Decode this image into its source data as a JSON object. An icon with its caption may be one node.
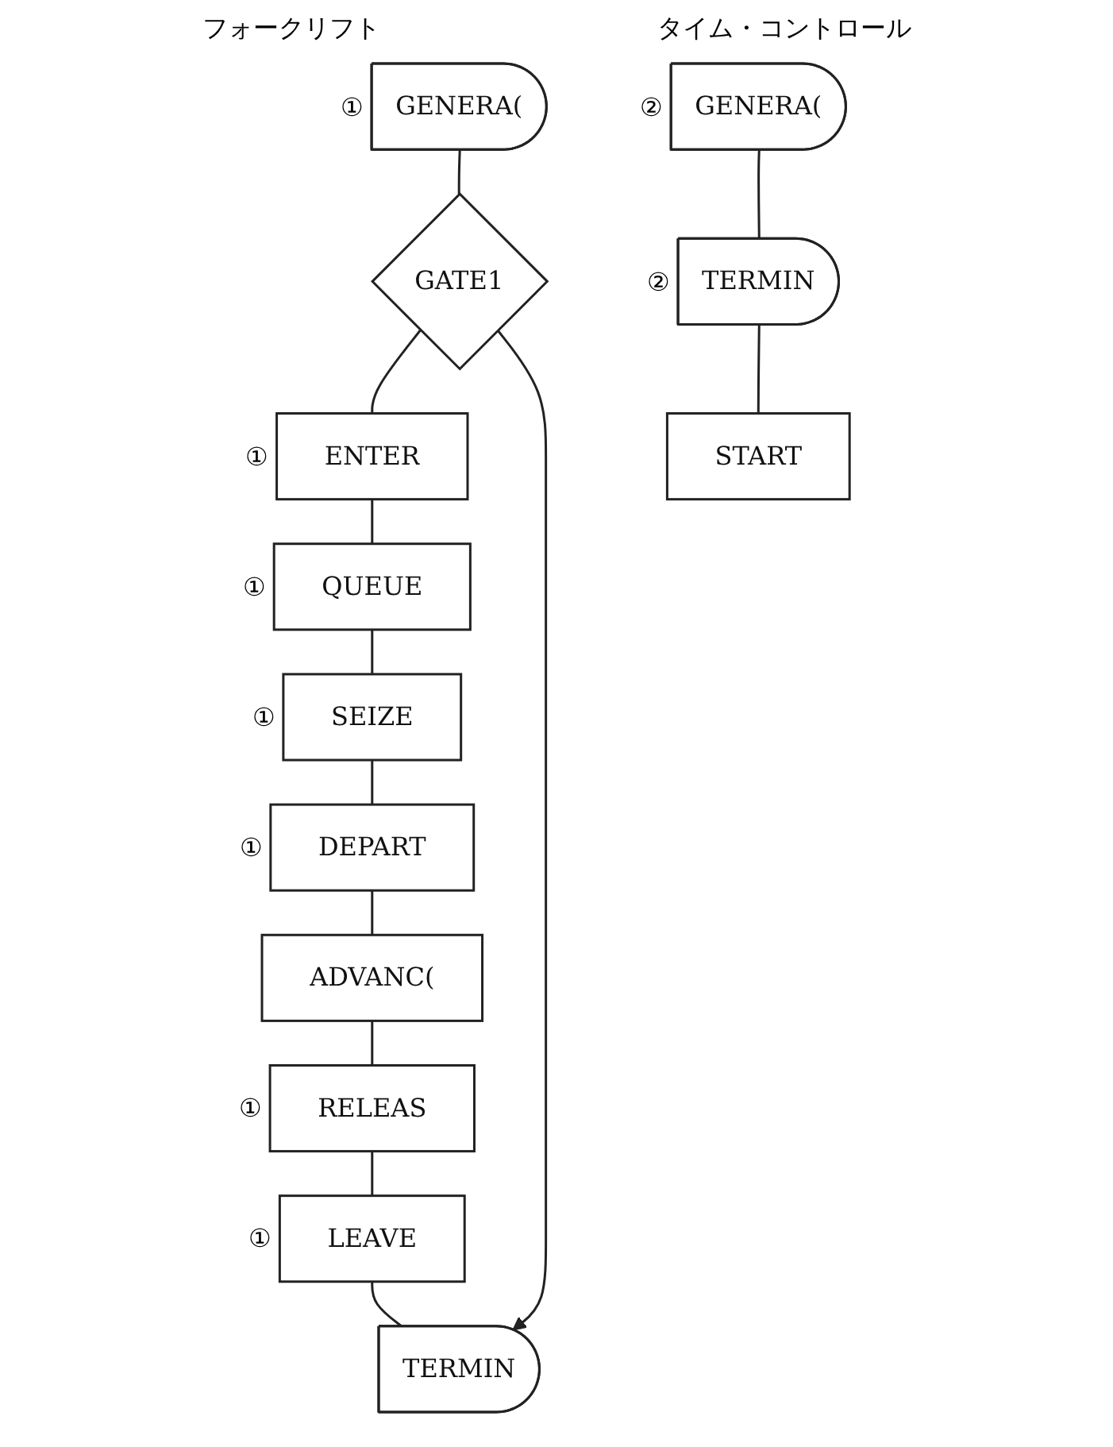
{
  "diagram": {
    "nodes": [
      {
        "text": [
          "GENERA("
        ],
        "beside": [
          "①"
        ]
      },
      {
        "text": [
          "GATE1"
        ]
      },
      {
        "text": [
          "ENTER"
        ],
        "beside": [
          "①"
        ]
      },
      {
        "text": [
          "QUEUE"
        ],
        "beside": [
          "①"
        ]
      },
      {
        "text": [
          "SEIZE"
        ],
        "beside": [
          "①"
        ]
      },
      {
        "text": [
          "DEPART"
        ],
        "beside": [
          "①"
        ]
      },
      {
        "text": [
          "ADVANC("
        ]
      },
      {
        "text": [
          "RELEAS"
        ],
        "beside": [
          "①"
        ]
      },
      {
        "text": [
          "LEAVE"
        ],
        "beside": [
          "①"
        ]
      },
      {
        "text": [
          "TERMIN"
        ]
      },
      {
        "text": [
          "GENERA("
        ],
        "beside": [
          "②"
        ]
      },
      {
        "text": [
          "TERMIN"
        ],
        "beside": [
          "②"
        ]
      },
      {
        "text": [
          "START"
        ]
      }
    ],
    "edges": [
      {
        "from": 0,
        "to": 1,
        "arrow": "none"
      },
      {
        "from": 1,
        "to": 2,
        "arrow": "none"
      },
      {
        "from": 2,
        "to": 3,
        "arrow": "none"
      },
      {
        "from": 3,
        "to": 4,
        "arrow": "none"
      },
      {
        "from": 4,
        "to": 5,
        "arrow": "none"
      },
      {
        "from": 5,
        "to": 6,
        "arrow": "none"
      },
      {
        "from": 6,
        "to": 7,
        "arrow": "none"
      },
      {
        "from": 7,
        "to": 8,
        "arrow": "none"
      },
      {
        "from": 8,
        "to": 9,
        "arrow": "none"
      },
      {
        "from": 1,
        "to": 9,
        "arrow": "to"
      },
      {
        "from": 10,
        "to": 11,
        "arrow": "none"
      },
      {
        "from": 11,
        "to": 12,
        "arrow": "none"
      }
    ],
    "labels": [
      "フォークリフト",
      "タイム・コントロール"
    ]
  }
}
